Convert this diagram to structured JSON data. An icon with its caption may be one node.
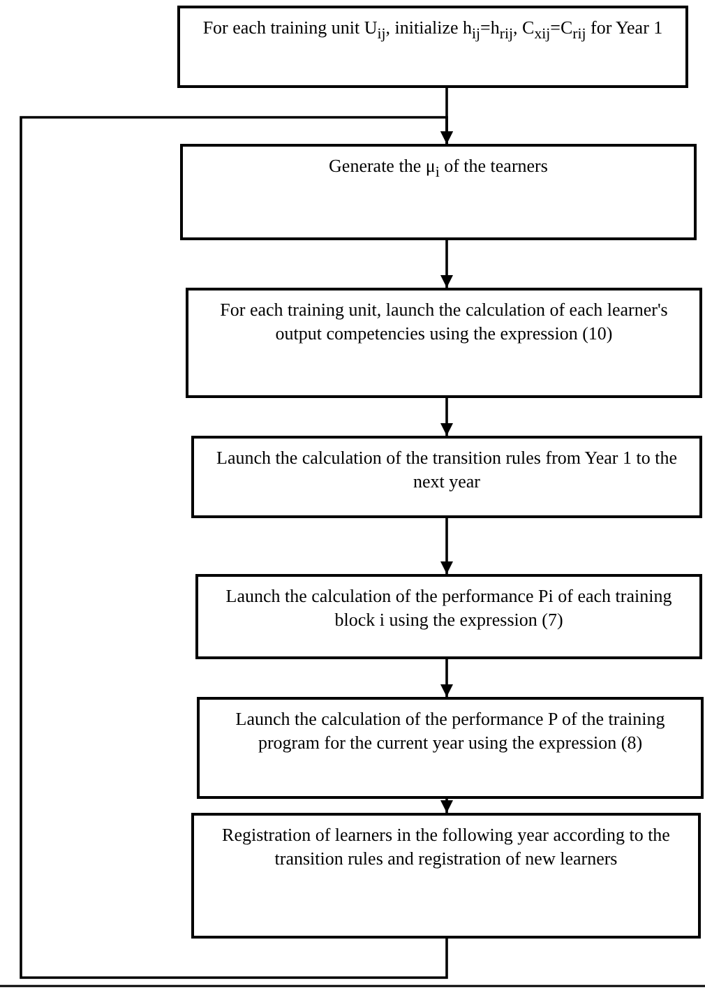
{
  "diagram": {
    "nodes": [
      {
        "text": [
          "For each training unit U$_{ij}$, initialize h$_{ij}$=h$_{rij}$, C$_{xij}$=C$_{rij}$ for Year 1"
        ]
      },
      {
        "text": [
          "Generate the μ$_{i}$ of the tearners"
        ]
      },
      {
        "text": [
          "For each training unit, launch the calculation of each learner's output competencies using the expression (10)"
        ]
      },
      {
        "text": [
          "Launch the calculation of the transition rules from Year 1 to the next year"
        ]
      },
      {
        "text": [
          "Launch the calculation of the performance Pi of each training block i using the expression (7)"
        ]
      },
      {
        "text": [
          "Launch the calculation of the performance P of the training program for the current year using the expression (8)"
        ]
      },
      {
        "text": [
          "Registration of learners in the following year according to the transition rules and registration of new learners"
        ]
      }
    ],
    "edges": [
      {
        "from": 0,
        "to": 1,
        "arrow": "to"
      },
      {
        "from": 1,
        "to": 2,
        "arrow": "to"
      },
      {
        "from": 2,
        "to": 3,
        "arrow": "to"
      },
      {
        "from": 3,
        "to": 4,
        "arrow": "to"
      },
      {
        "from": 4,
        "to": 5,
        "arrow": "to"
      },
      {
        "from": 5,
        "to": 6,
        "arrow": "to"
      },
      {
        "from": 6,
        "to": 1,
        "arrow": "to"
      }
    ]
  }
}
